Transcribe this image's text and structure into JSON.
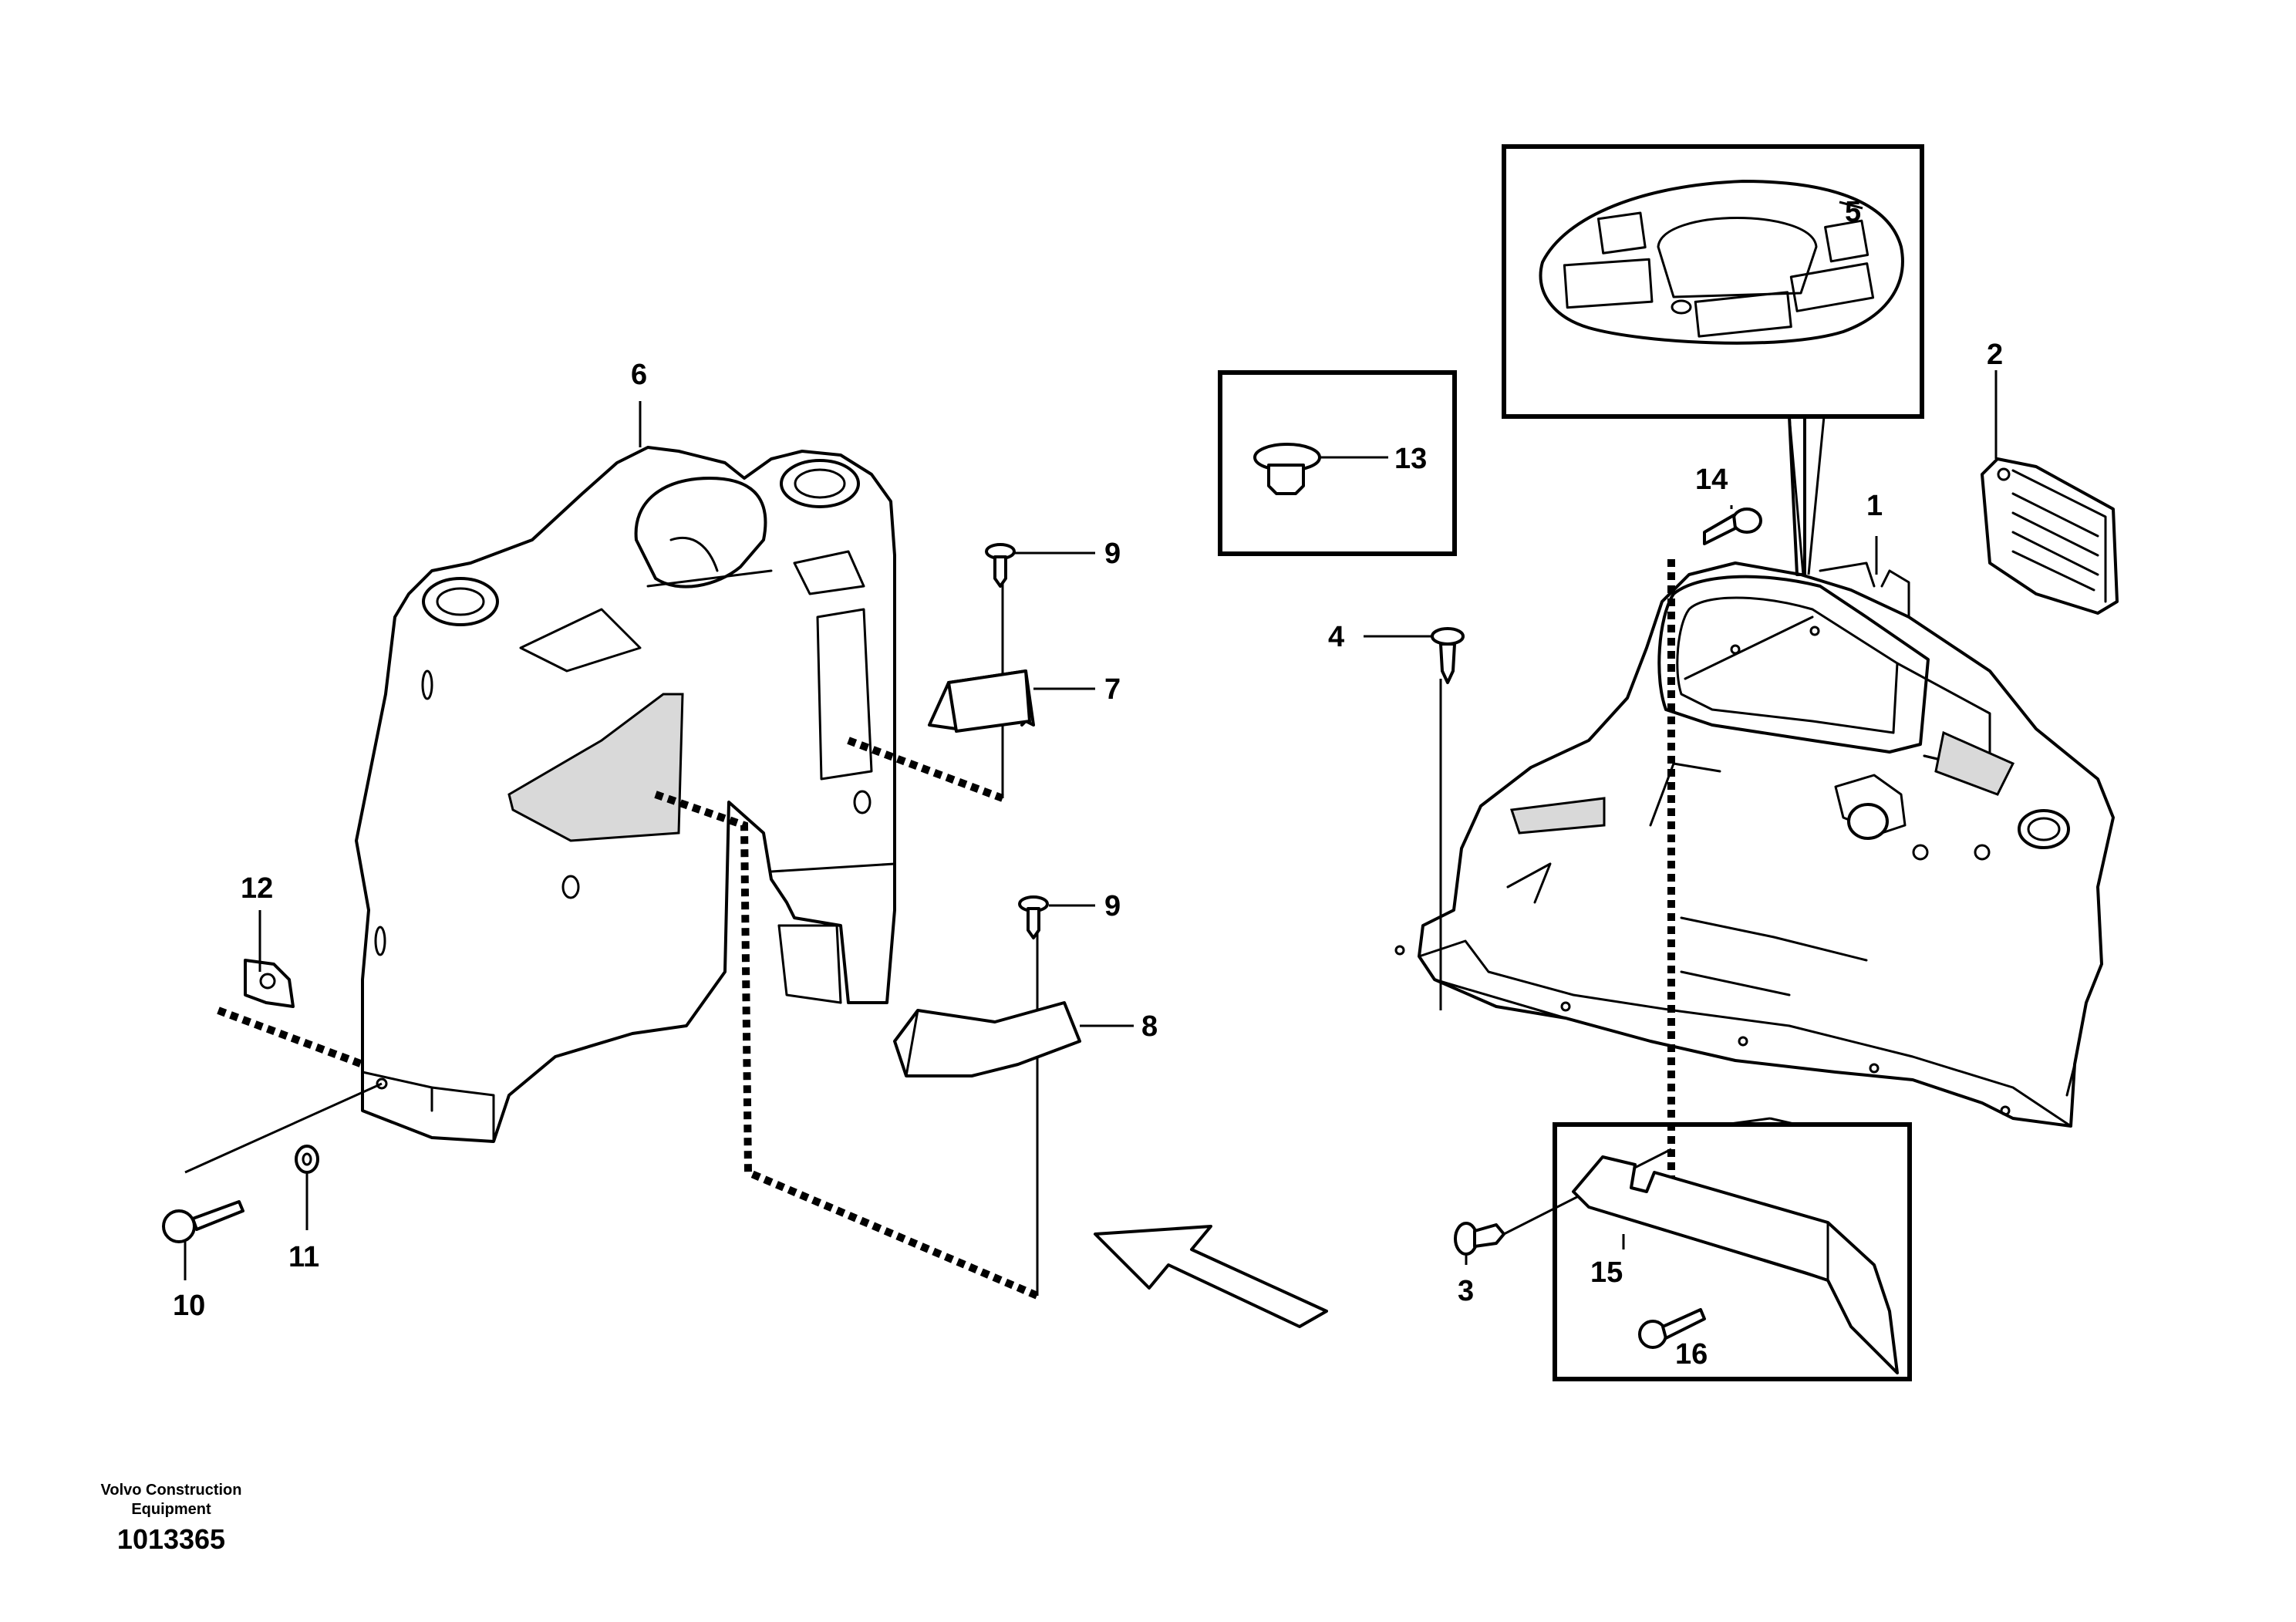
{
  "diagram": {
    "part_labels": [
      "1",
      "2",
      "3",
      "4",
      "5",
      "6",
      "7",
      "8",
      "9",
      "9",
      "10",
      "11",
      "12",
      "13",
      "14",
      "15",
      "16"
    ],
    "footer": {
      "company_line1": "Volvo Construction",
      "company_line2": "Equipment",
      "document_number": "1013365"
    }
  }
}
